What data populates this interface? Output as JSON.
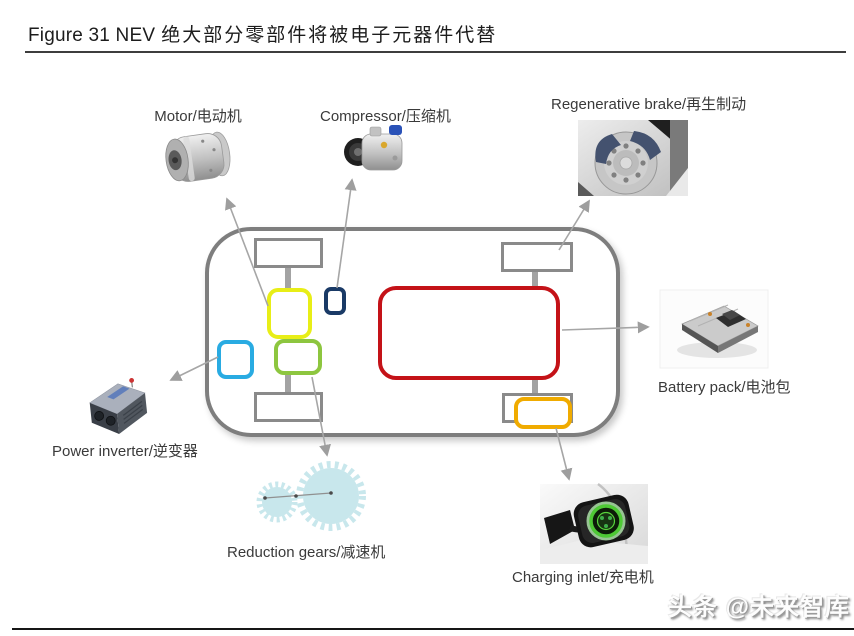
{
  "header": {
    "title_en": "Figure 31 NEV",
    "title_zh": "绝大部分零部件将被电子元器件代替"
  },
  "diagram": {
    "labels": {
      "motor": "Motor/电动机",
      "compressor": "Compressor/压缩机",
      "regen_brake": "Regenerative brake/再生制动",
      "battery": "Battery pack/电池包",
      "inverter": "Power inverter/逆变器",
      "reduction_gears": "Reduction gears/减速机",
      "charging": "Charging inlet/充电机"
    },
    "colors": {
      "motor_box": "#e8ee17",
      "compressor_box": "#1a3a66",
      "gearbox_box": "#8dc63f",
      "inverter_box": "#29abe2",
      "battery_box": "#c41218",
      "charging_box": "#f0ab00",
      "chassis": "#7e7e7e",
      "leader_line": "#a6a6a6",
      "gear_fill": "#c8e7ec"
    }
  },
  "watermark": "头条 @未来智库"
}
